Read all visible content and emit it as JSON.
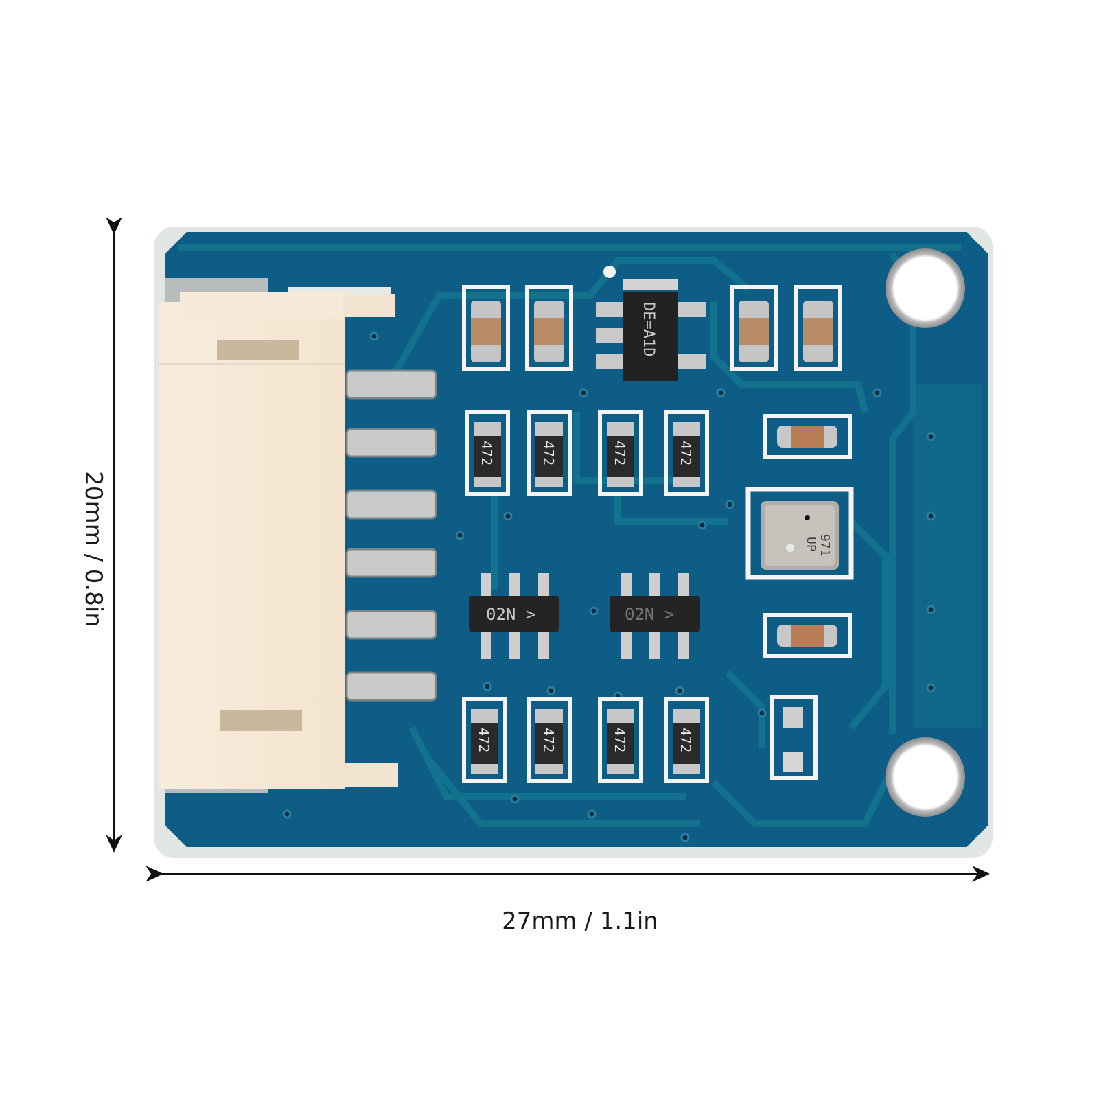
{
  "image": {
    "subject": "Blue PCB environmental sensor module with 6-pin white connector",
    "background_color": "#ffffff"
  },
  "dimensions": {
    "width_label": "27mm / 1.1in",
    "height_label": "20mm / 0.8in"
  },
  "board": {
    "color": "#0e5d86",
    "trace_color": "#12738f",
    "silkscreen_color": "#f4f4f4",
    "connector": {
      "pins": 6,
      "color": "#f6e9d8"
    },
    "regulator_marking": "DE=A1D",
    "mosfet_markings": [
      "02N >",
      "02N >"
    ],
    "sensor_marking": [
      "971",
      "UP"
    ],
    "resistor_marking": "472",
    "resistor_count": 8,
    "capacitor_count": 6,
    "mounting_holes": 2
  }
}
